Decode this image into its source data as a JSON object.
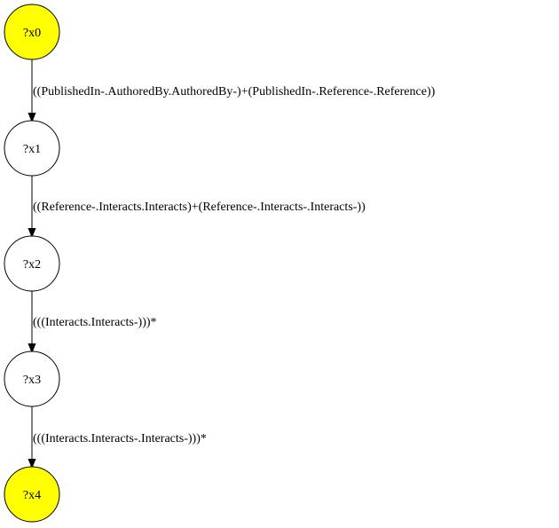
{
  "diagram": {
    "nodes": [
      {
        "id": "x0",
        "label": "?x0",
        "fill": "#ffff00"
      },
      {
        "id": "x1",
        "label": "?x1",
        "fill": "#ffffff"
      },
      {
        "id": "x2",
        "label": "?x2",
        "fill": "#ffffff"
      },
      {
        "id": "x3",
        "label": "?x3",
        "fill": "#ffffff"
      },
      {
        "id": "x4",
        "label": "?x4",
        "fill": "#ffff00"
      }
    ],
    "edges": [
      {
        "from": "x0",
        "to": "x1",
        "label": "((PublishedIn-.AuthoredBy.AuthoredBy-)+(PublishedIn-.Reference-.Reference))"
      },
      {
        "from": "x1",
        "to": "x2",
        "label": "((Reference-.Interacts.Interacts)+(Reference-.Interacts-.Interacts-))"
      },
      {
        "from": "x2",
        "to": "x3",
        "label": "(((Interacts.Interacts-)))*"
      },
      {
        "from": "x3",
        "to": "x4",
        "label": "(((Interacts.Interacts-.Interacts-)))*"
      }
    ],
    "stroke_color": "#000000"
  }
}
